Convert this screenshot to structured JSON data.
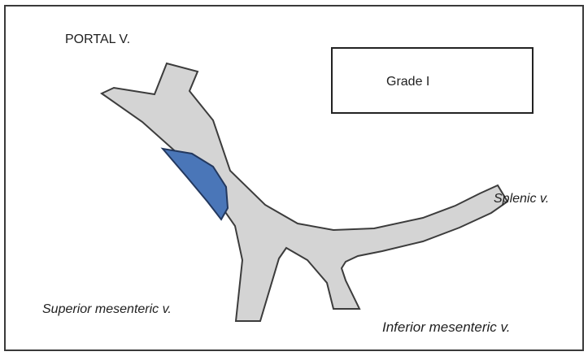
{
  "labels": {
    "portal": "PORTAL V.",
    "splenic": "Splenic v.",
    "superior_mesenteric": "Superior mesenteric v.",
    "inferior_mesenteric": "Inferior mesenteric v."
  },
  "grade": {
    "text": "Grade  I"
  },
  "colors": {
    "vein_fill": "#d4d4d4",
    "vein_stroke": "#3c3c3c",
    "thrombus_fill": "#4a76b8",
    "thrombus_stroke": "#23385e"
  }
}
